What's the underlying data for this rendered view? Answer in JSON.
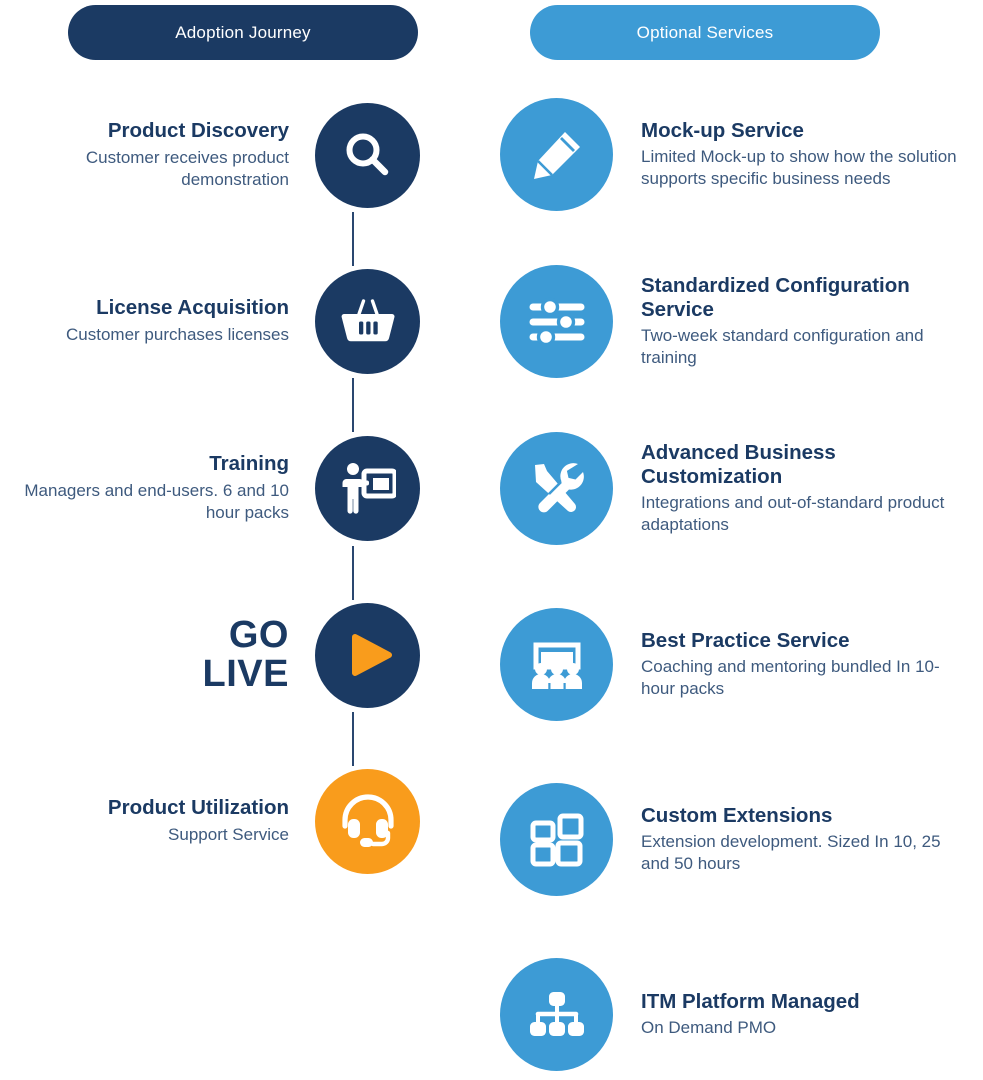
{
  "headers": {
    "left": "Adoption Journey",
    "right": "Optional Services"
  },
  "colors": {
    "navy": "#1B3A63",
    "blue": "#3D9BD5",
    "orange": "#F99C1C",
    "title_text": "#1B3A63",
    "body_text": "#3E5A7E",
    "pill_text": "#FFFFFF",
    "connector": "#2A4770",
    "background": "#FFFFFF"
  },
  "adoption_journey": [
    {
      "title": "Product Discovery",
      "desc": "Customer receives product demonstration",
      "icon": "magnifier-icon",
      "circle": "navy"
    },
    {
      "title": "License Acquisition",
      "desc": "Customer purchases licenses",
      "icon": "shopping-basket-icon",
      "circle": "navy"
    },
    {
      "title": "Training",
      "desc": "Managers and end-users. 6 and 10 hour packs",
      "icon": "presenter-board-icon",
      "circle": "navy"
    },
    {
      "title": "GO LIVE",
      "desc": "",
      "icon": "play-triangle-icon",
      "circle": "navy"
    },
    {
      "title": "Product Utilization",
      "desc": "Support Service",
      "icon": "headset-icon",
      "circle": "orange"
    }
  ],
  "golive": {
    "line1": "GO",
    "line2": "LIVE"
  },
  "optional_services": [
    {
      "title": "Mock-up Service",
      "desc": "Limited Mock-up to show how the solution supports specific business needs",
      "icon": "pencil-icon",
      "circle": "blue"
    },
    {
      "title": "Standardized Configuration Service",
      "desc": "Two-week standard configuration and training",
      "icon": "sliders-icon",
      "circle": "blue"
    },
    {
      "title": "Advanced Business Customization",
      "desc": "Integrations and out-of-standard product adaptations",
      "icon": "wrench-screwdriver-icon",
      "circle": "blue"
    },
    {
      "title": "Best Practice Service",
      "desc": "Coaching and mentoring bundled In 10-hour packs",
      "icon": "classroom-people-icon",
      "circle": "blue"
    },
    {
      "title": "Custom Extensions",
      "desc": "Extension development. Sized In 10, 25 and 50 hours",
      "icon": "blocks-icon",
      "circle": "blue"
    },
    {
      "title": "ITM Platform Managed",
      "desc": "On Demand PMO",
      "icon": "org-chart-icon",
      "circle": "blue"
    }
  ]
}
